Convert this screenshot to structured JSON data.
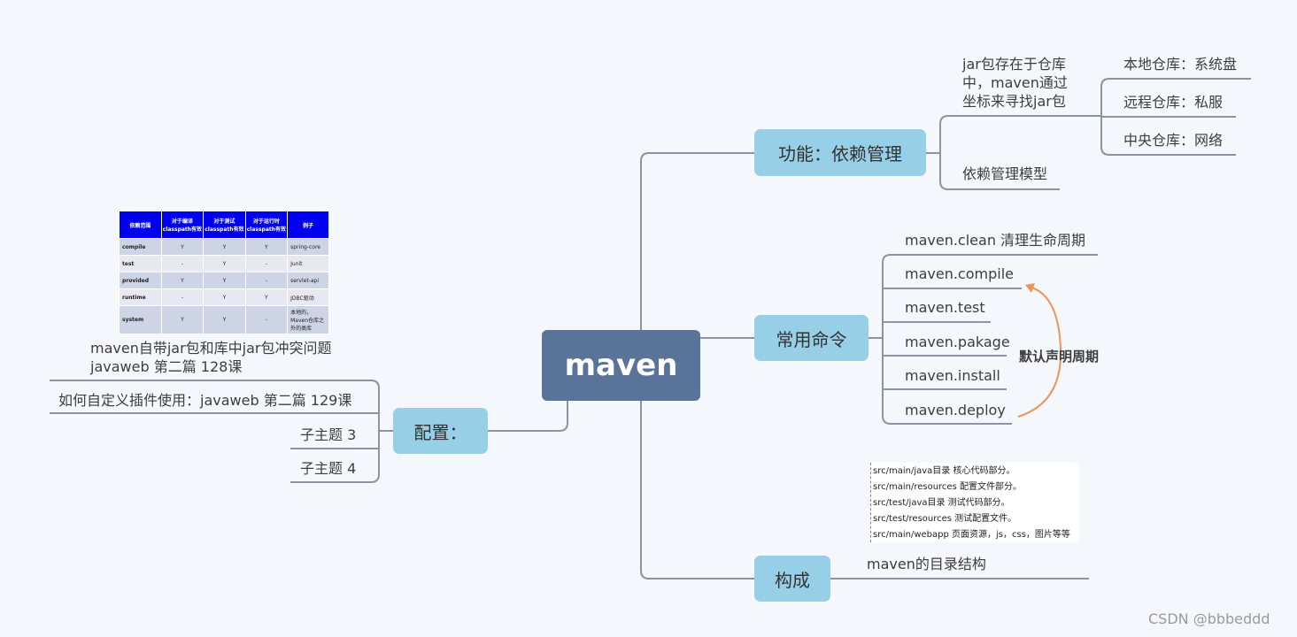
{
  "root": "maven",
  "branches": {
    "function": {
      "label": "功能：依赖管理",
      "desc_lines": [
        "jar包存在于仓库",
        "中，maven通过",
        "坐标来寻找jar包"
      ],
      "repos": [
        "本地仓库：系统盘",
        "远程仓库：私服",
        "中央仓库：网络"
      ],
      "model": "依赖管理模型"
    },
    "commands": {
      "label": "常用命令",
      "items": [
        "maven.clean  清理生命周期",
        "maven.compile",
        "maven.test",
        "maven.pakage",
        "maven.install",
        "maven.deploy"
      ],
      "lifecycle_note": "默认声明周期"
    },
    "composition": {
      "label": "构成",
      "sub": "maven的目录结构",
      "dirs": [
        "src/main/java目录  核心代码部分。",
        "src/main/resources  配置文件部分。",
        "src/test/java目录 测试代码部分。",
        "src/test/resources 测试配置文件。",
        "src/main/webapp 页面资源，js，css，图片等等"
      ]
    },
    "config": {
      "label": "配置：",
      "items": [
        {
          "lines": [
            "maven自带jar包和库中jar包冲突问题",
            "javaweb 第二篇 128课"
          ]
        },
        {
          "lines": [
            "如何自定义插件使用：javaweb 第二篇 129课"
          ]
        },
        {
          "lines": [
            "子主题 3"
          ]
        },
        {
          "lines": [
            "子主题 4"
          ]
        }
      ]
    }
  },
  "scope_table": {
    "headers": [
      "依赖范围",
      "对于编译classpath有效",
      "对于测试classpath有效",
      "对于运行时classpath有效",
      "例子"
    ],
    "rows": [
      [
        "compile",
        "Y",
        "Y",
        "Y",
        "spring-core"
      ],
      [
        "test",
        "-",
        "Y",
        "-",
        "Junit"
      ],
      [
        "provided",
        "Y",
        "Y",
        "-",
        "servlet-api"
      ],
      [
        "runtime",
        "-",
        "Y",
        "Y",
        "JDBC驱动"
      ],
      [
        "system",
        "Y",
        "Y",
        "-",
        "本地的，Maven仓库之外的类库"
      ]
    ]
  },
  "colors": {
    "root_fill": "#5a7399",
    "main_fill": "#97cfe6",
    "connector": "#8a94a6",
    "arrow": "#f0935a",
    "table_header": "#0000ee"
  },
  "watermark": "CSDN @bbbeddd"
}
